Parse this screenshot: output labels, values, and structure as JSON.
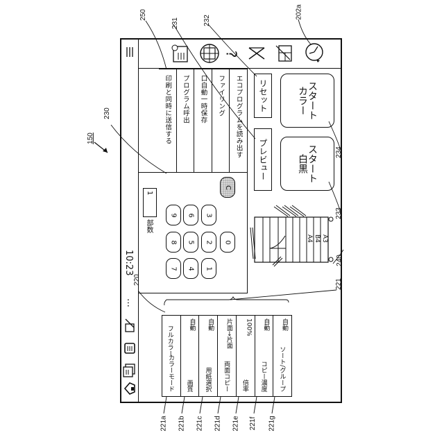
{
  "figure": {
    "ref_main": "150",
    "refs": {
      "r250": "250",
      "r231": "231",
      "r232": "232",
      "r202a": "202a",
      "r230": "230",
      "r220": "220",
      "r221": "221",
      "r240": "240",
      "r233": "233",
      "r234": "234",
      "r221a": "221a",
      "r221b": "221b",
      "r221c": "221c",
      "r221d": "221d",
      "r221e": "221e",
      "r221f": "221f",
      "r221g": "221g"
    }
  },
  "statusbar": {
    "time": "10:23",
    "more": "…"
  },
  "topbar_icons": [
    "menu-icon",
    "document-list-icon",
    "globe-icon",
    "help-icon",
    "tools-icon",
    "edit-box-icon",
    "clock-icon"
  ],
  "menu": {
    "items": [
      "印刷と同時に送信する",
      "プログラム呼出",
      "口自動一時保存",
      "ファイリング",
      "エコプログラムを読み出す"
    ]
  },
  "copies": {
    "label": "部数",
    "value": "1",
    "keys": [
      "7",
      "8",
      "9",
      "4",
      "5",
      "6",
      "1",
      "2",
      "3",
      "0"
    ],
    "clear": "C"
  },
  "buttons": {
    "reset": "リセット",
    "preview": "プレビュー",
    "color_start": "カラー\nスタート",
    "color_start_l1": "カラー",
    "color_start_l2": "スタート",
    "bw_start_l1": "白黒",
    "bw_start_l2": "スタート"
  },
  "paper": [
    "A4",
    "B4",
    "A3"
  ],
  "settings": [
    {
      "name": "カラーモード",
      "value": "フルカラー"
    },
    {
      "name": "画質",
      "value": "自動"
    },
    {
      "name": "用紙選択",
      "value": "自動"
    },
    {
      "name": "両面コピー",
      "value": "片面→片面"
    },
    {
      "name": "倍率",
      "value": "100%"
    },
    {
      "name": "コピー濃度",
      "value": "自動"
    },
    {
      "name": "ソート/グループ",
      "value": "自動"
    }
  ]
}
